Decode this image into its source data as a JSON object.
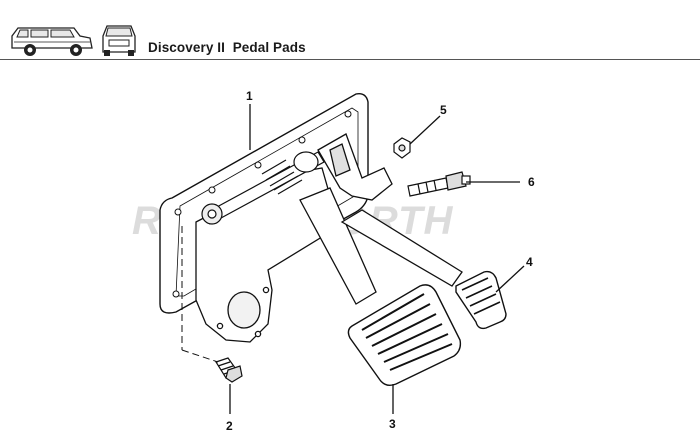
{
  "header": {
    "title": "Discovery II  Pedal Pads",
    "icons": [
      "vehicle-side-view-icon",
      "vehicle-front-view-icon"
    ]
  },
  "watermark": "ROVERSNORTH",
  "callouts": [
    "1",
    "2",
    "3",
    "4",
    "5",
    "6"
  ]
}
